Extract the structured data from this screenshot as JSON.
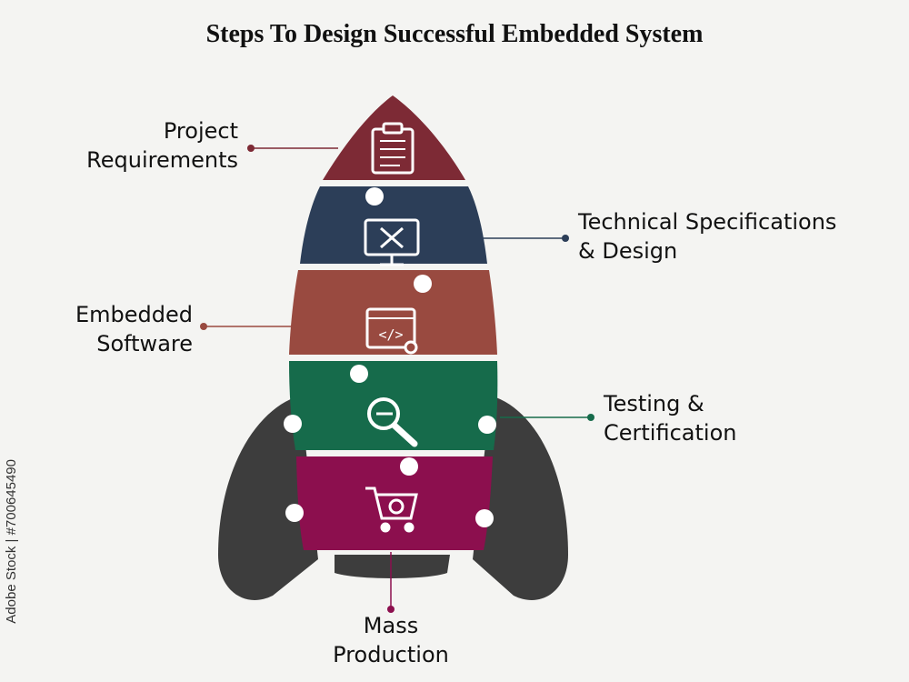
{
  "title": "Steps To Design Successful Embedded System",
  "watermark_id": "Adobe Stock | #700645490",
  "steps": [
    {
      "lines": [
        "Project",
        "Requirements"
      ],
      "color": "#7d2a35",
      "icon": "clipboard-icon"
    },
    {
      "lines": [
        "Technical Specifications",
        "& Design"
      ],
      "color": "#2c3e58",
      "icon": "monitor-design-icon"
    },
    {
      "lines": [
        "Embedded",
        "Software"
      ],
      "color": "#994a40",
      "icon": "code-window-gear-icon"
    },
    {
      "lines": [
        "Testing &",
        "Certification"
      ],
      "color": "#166b4b",
      "icon": "magnifier-key-icon"
    },
    {
      "lines": [
        "Mass",
        "Production"
      ],
      "color": "#8c0f4e",
      "icon": "cart-gear-icon"
    }
  ],
  "fin_color": "#3d3d3d"
}
